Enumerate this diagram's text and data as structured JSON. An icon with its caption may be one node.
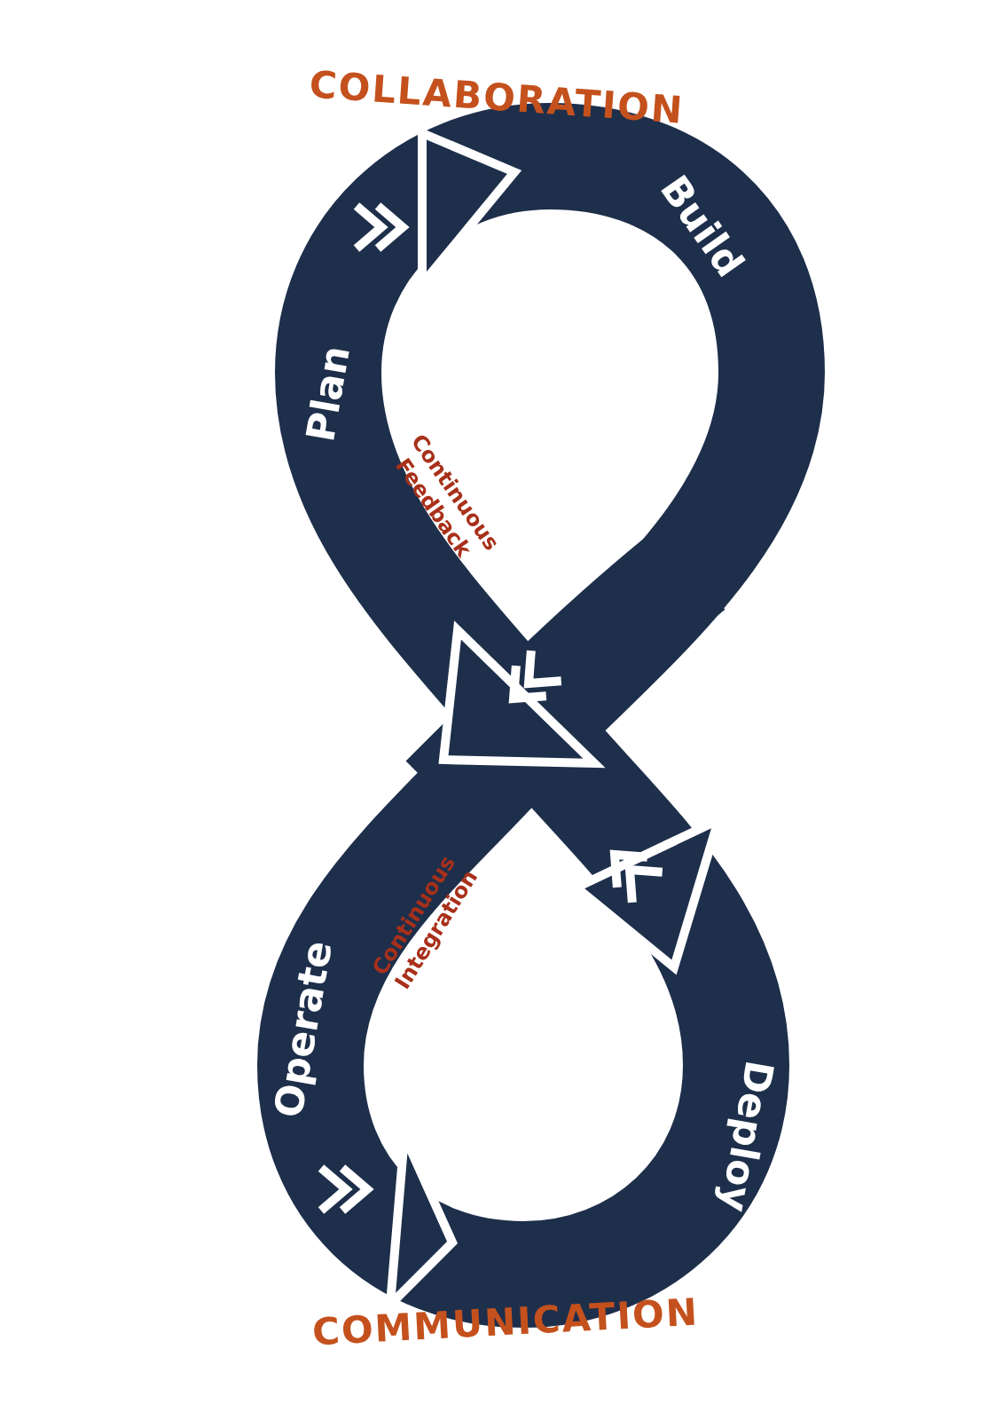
{
  "diagram": {
    "labels": [
      "COLLABORATION",
      "Plan",
      "Build",
      "Continuous Feedback",
      "Continuous Integration",
      "Operate",
      "Deploy",
      "COMMUNICATION"
    ]
  }
}
